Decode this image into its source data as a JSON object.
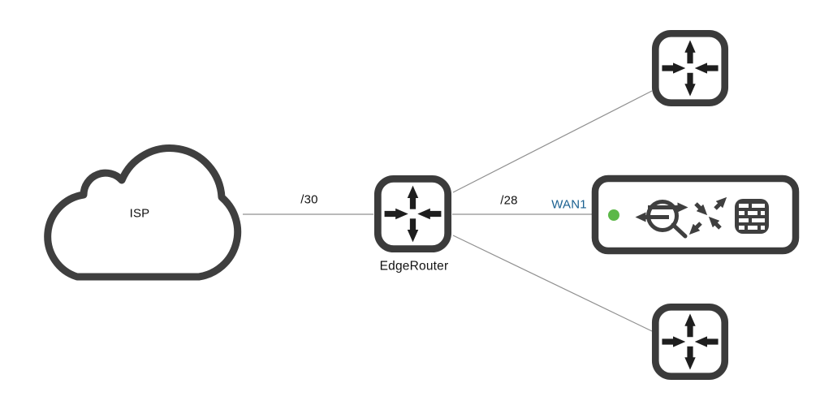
{
  "diagram": {
    "title": "network-topology",
    "background": "#ffffff",
    "colors": {
      "node_stroke": "#3b3b3b",
      "node_fill": "#ffffff",
      "arrow_glyph": "#1e1e1e",
      "device_glyph": "#3f3f3f",
      "link_line": "#909090",
      "text": "#111111",
      "wan_label_blue": "#1a6090",
      "status_green": "#5cb848"
    },
    "nodes": {
      "isp_cloud": {
        "type": "cloud",
        "label": "ISP"
      },
      "edgerouter": {
        "type": "router",
        "label": "EdgeRouter"
      },
      "router_top": {
        "type": "router",
        "label": ""
      },
      "router_bottom": {
        "type": "router",
        "label": ""
      },
      "wan_device": {
        "type": "gateway-appliance",
        "label": "WAN1",
        "status": "online",
        "status_color": "#5cb848",
        "icons": [
          "routing-icon",
          "nat-icon",
          "firewall-icon"
        ]
      }
    },
    "links": [
      {
        "from": "isp_cloud",
        "to": "edgerouter",
        "label": "/30"
      },
      {
        "from": "edgerouter",
        "to": "wan_device",
        "label": "/28"
      },
      {
        "from": "edgerouter",
        "to": "router_top",
        "label": ""
      },
      {
        "from": "edgerouter",
        "to": "router_bottom",
        "label": ""
      }
    ]
  }
}
